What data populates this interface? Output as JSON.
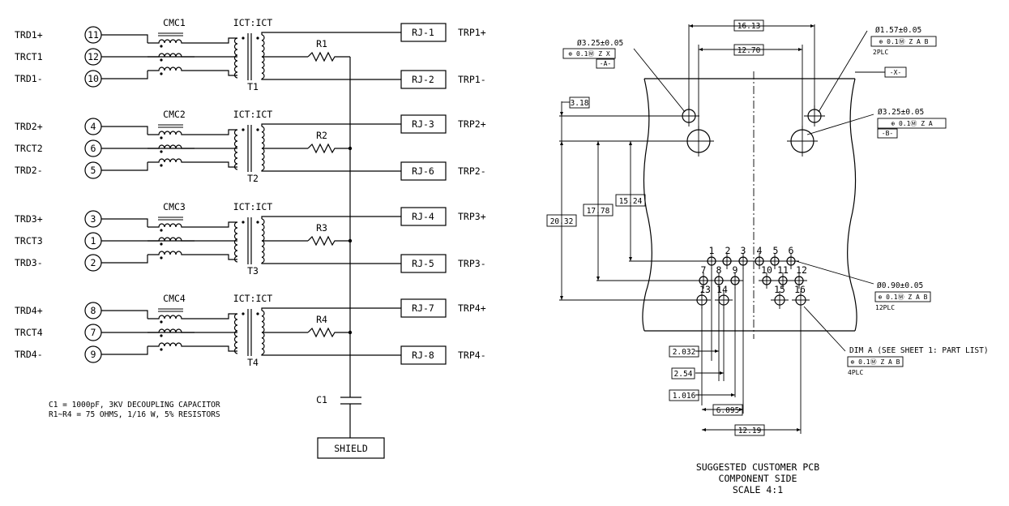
{
  "schematic": {
    "channels": [
      {
        "cmc": "CMC1",
        "ict": "ICT:ICT",
        "xfmr": "T1",
        "res": "R1",
        "pins": [
          {
            "sig": "TRD1+",
            "num": "11"
          },
          {
            "sig": "TRCT1",
            "num": "12"
          },
          {
            "sig": "TRD1-",
            "num": "10"
          }
        ],
        "rj": [
          {
            "pin": "RJ-1",
            "sig": "TRP1+"
          },
          {
            "pin": "RJ-2",
            "sig": "TRP1-"
          }
        ]
      },
      {
        "cmc": "CMC2",
        "ict": "ICT:ICT",
        "xfmr": "T2",
        "res": "R2",
        "pins": [
          {
            "sig": "TRD2+",
            "num": "4"
          },
          {
            "sig": "TRCT2",
            "num": "6"
          },
          {
            "sig": "TRD2-",
            "num": "5"
          }
        ],
        "rj": [
          {
            "pin": "RJ-3",
            "sig": "TRP2+"
          },
          {
            "pin": "RJ-6",
            "sig": "TRP2-"
          }
        ]
      },
      {
        "cmc": "CMC3",
        "ict": "ICT:ICT",
        "xfmr": "T3",
        "res": "R3",
        "pins": [
          {
            "sig": "TRD3+",
            "num": "3"
          },
          {
            "sig": "TRCT3",
            "num": "1"
          },
          {
            "sig": "TRD3-",
            "num": "2"
          }
        ],
        "rj": [
          {
            "pin": "RJ-4",
            "sig": "TRP3+"
          },
          {
            "pin": "RJ-5",
            "sig": "TRP3-"
          }
        ]
      },
      {
        "cmc": "CMC4",
        "ict": "ICT:ICT",
        "xfmr": "T4",
        "res": "R4",
        "pins": [
          {
            "sig": "TRD4+",
            "num": "8"
          },
          {
            "sig": "TRCT4",
            "num": "7"
          },
          {
            "sig": "TRD4-",
            "num": "9"
          }
        ],
        "rj": [
          {
            "pin": "RJ-7",
            "sig": "TRP4+"
          },
          {
            "pin": "RJ-8",
            "sig": "TRP4-"
          }
        ]
      }
    ],
    "cap_label": "C1",
    "shield_label": "SHIELD",
    "notes": [
      "C1 = 1000pF, 3KV DECOUPLING CAPACITOR",
      "R1~R4 = 75 OHMS, 1/16 W, 5% RESISTORS"
    ]
  },
  "pcb": {
    "dims": {
      "d1613": "16.13",
      "d1270": "12.70",
      "d318": "3.18",
      "d2032": "20.32",
      "d1778": "17.78",
      "d1524": "15.24",
      "d2_032": "2.032",
      "d254": "2.54",
      "d1016": "1.016",
      "d6095": "6.095",
      "d1219": "12.19"
    },
    "callouts": {
      "a_hole": "Ø3.25±0.05",
      "a_fcf": "⊕ 0.1Ⓜ Z X",
      "a_datum": "-A-",
      "small_hole": "Ø1.57±0.05",
      "small_fcf": "⊕ 0.1Ⓜ Z A B",
      "small_qty": "2PLC",
      "x_datum": "-X-",
      "b_hole": "Ø3.25±0.05",
      "b_fcf": "⊕ 0.1Ⓜ Z A",
      "b_datum": "-B-",
      "pin_hole": "Ø0.90±0.05",
      "pin_fcf": "⊕ 0.1Ⓜ Z A B",
      "pin_qty": "12PLC",
      "dima": "DIM A (SEE SHEET 1: PART LIST)",
      "dima_fcf": "⊕ 0.1Ⓜ Z A B",
      "dima_qty": "4PLC"
    },
    "pin_numbers": [
      "1",
      "2",
      "3",
      "4",
      "5",
      "6",
      "7",
      "8",
      "9",
      "10",
      "11",
      "12",
      "13",
      "14",
      "15",
      "16"
    ],
    "caption": [
      "SUGGESTED CUSTOMER PCB",
      "COMPONENT SIDE",
      "SCALE 4:1"
    ]
  }
}
